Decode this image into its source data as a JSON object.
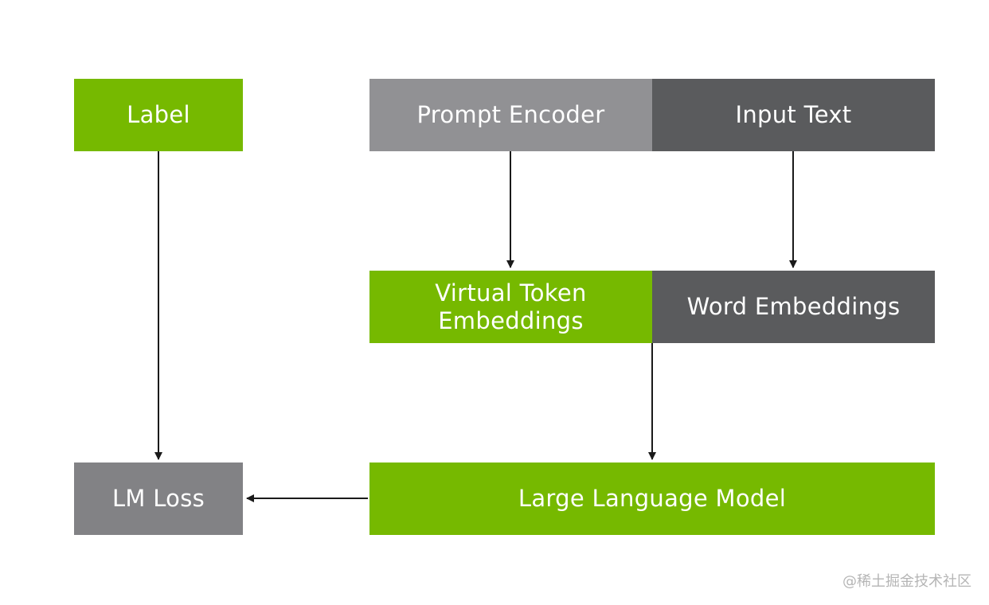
{
  "diagram": {
    "label": "Label",
    "prompt_encoder": "Prompt Encoder",
    "input_text": "Input Text",
    "virtual_token_line1": "Virtual Token",
    "virtual_token_line2": "Embeddings",
    "word_embeddings": "Word Embeddings",
    "llm": "Large Language Model",
    "lm_loss": "LM Loss"
  },
  "watermark": "@稀土掘金技术社区",
  "colors": {
    "green": "#76b900",
    "light_gray": "#919194",
    "dark_gray": "#5a5b5d",
    "mid_gray": "#828285",
    "arrow": "#1a1a1a"
  }
}
